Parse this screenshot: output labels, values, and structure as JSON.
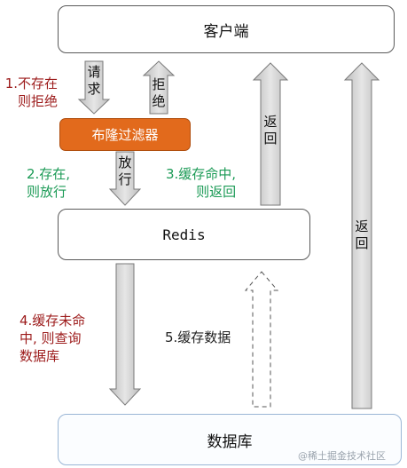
{
  "nodes": {
    "client": "客户端",
    "bloom_filter": "布隆过滤器",
    "redis": "Redis",
    "database": "数据库"
  },
  "arrows": {
    "request": "请\n求",
    "reject": "拒\n绝",
    "release": "放\n行",
    "return_from_redis": "返\n回",
    "return_from_db": "返\n回"
  },
  "steps": {
    "step1": "1.不存在\n则拒绝",
    "step2": "2.存在,\n则放行",
    "step3": "3.缓存命中,\n则返回",
    "step4": "4.缓存未命\n中, 则查询\n数据库",
    "step5": "5.缓存数据"
  },
  "watermark": "@稀土掘金技术社区",
  "colors": {
    "bloom_filter_fill": "#e26a1c",
    "step_red": "#9c1a1a",
    "step_green": "#1a9a55",
    "arrow_fill": "#cfcfcf"
  }
}
